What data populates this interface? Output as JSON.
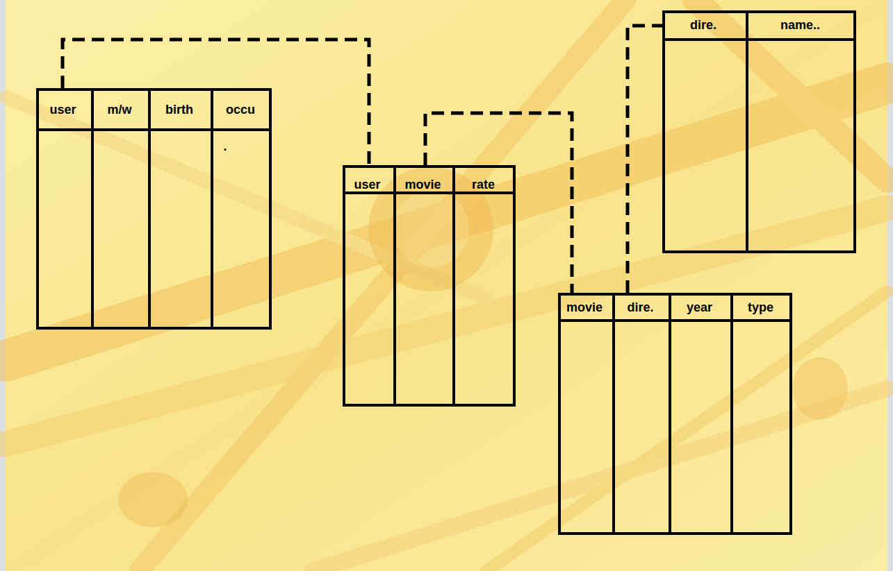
{
  "diagram": {
    "nodes": [
      {
        "text": [
          "user",
          "m/w",
          "birth",
          "occu",
          "."
        ]
      },
      {
        "text": [
          "user",
          "movie",
          "rate"
        ]
      },
      {
        "text": [
          "movie",
          "dire.",
          "year",
          "type"
        ]
      },
      {
        "text": [
          "dire.",
          "name.."
        ]
      }
    ],
    "edges": [
      {
        "from": 0,
        "to": 1,
        "arrow": "none"
      },
      {
        "from": 1,
        "to": 2,
        "arrow": "none"
      },
      {
        "from": 2,
        "to": 3,
        "arrow": "none"
      }
    ]
  }
}
